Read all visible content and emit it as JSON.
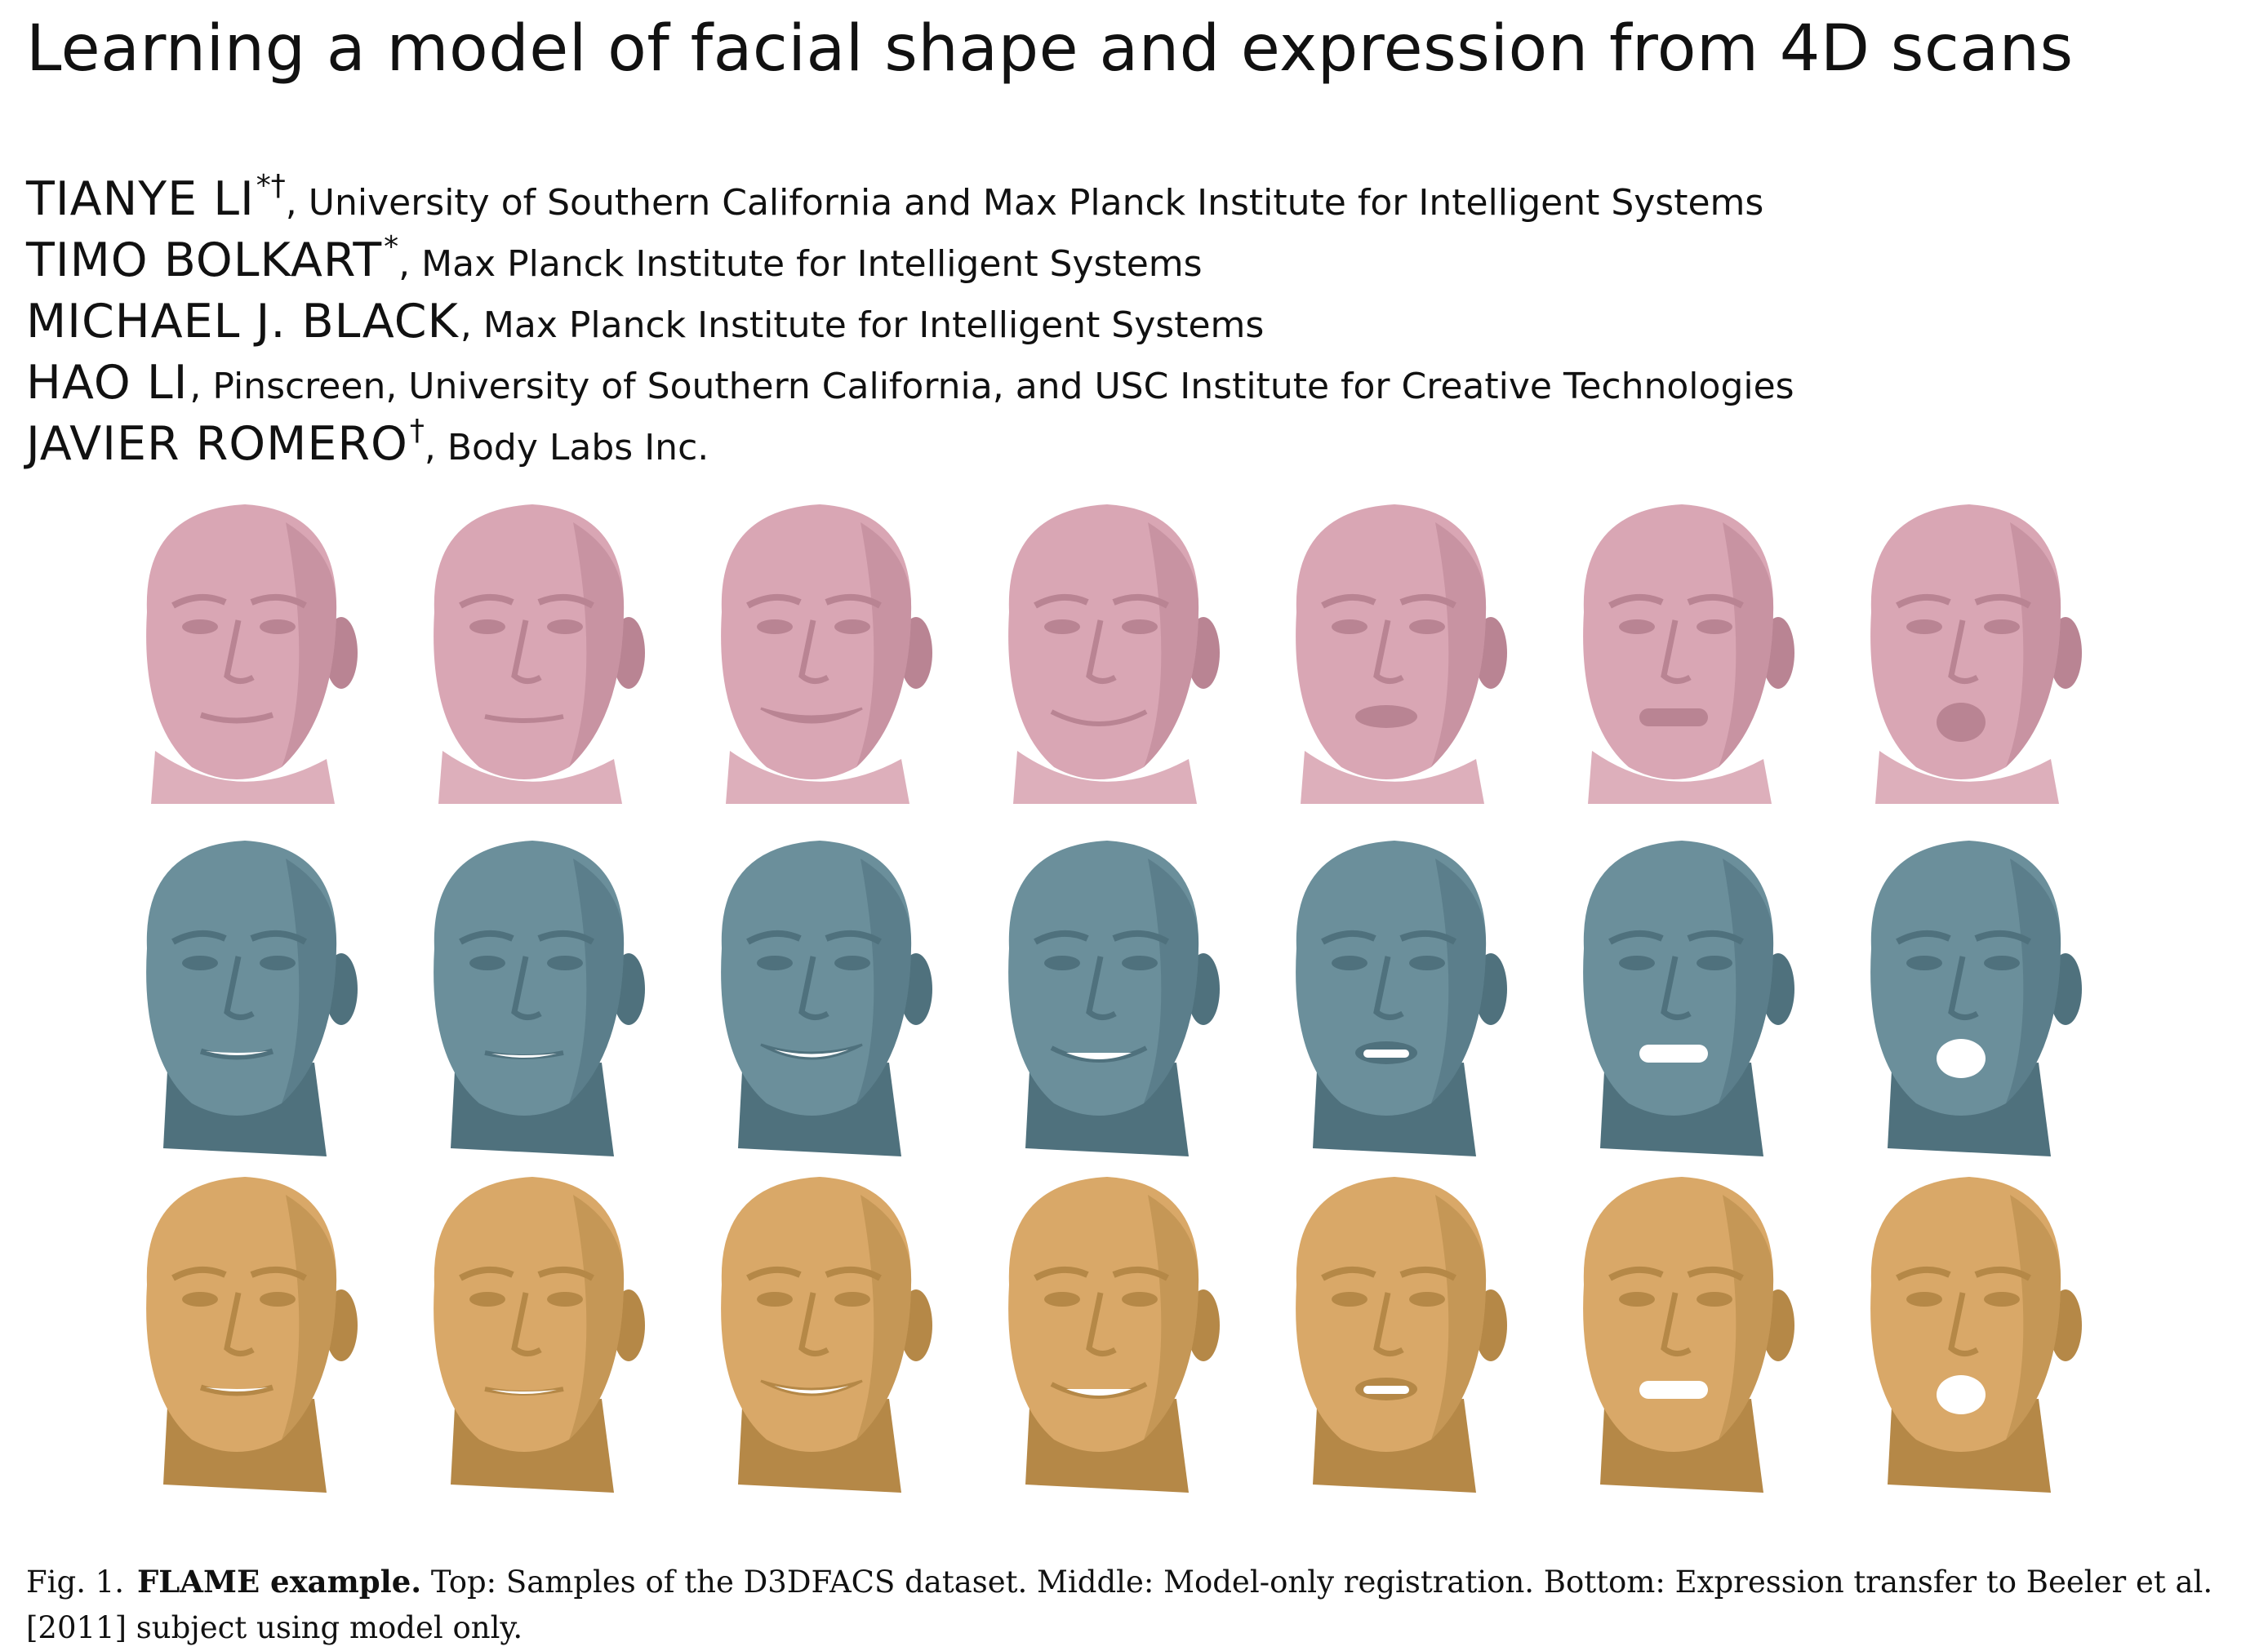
{
  "title": "Learning a model of facial shape and expression from 4D scans",
  "authors": [
    {
      "name": "TIANYE LI",
      "marks": "*†",
      "affiliation": "University of Southern California and Max Planck Institute for Intelligent Systems"
    },
    {
      "name": "TIMO BOLKART",
      "marks": "*",
      "affiliation": "Max Planck Institute for Intelligent Systems"
    },
    {
      "name": "MICHAEL J. BLACK",
      "marks": "",
      "affiliation": "Max Planck Institute for Intelligent Systems"
    },
    {
      "name": "HAO LI",
      "marks": "",
      "affiliation": "Pinscreen, University of Southern California, and USC Institute for Creative Technologies"
    },
    {
      "name": "JAVIER ROMERO",
      "marks": "†",
      "affiliation": "Body Labs Inc."
    }
  ],
  "figure": {
    "columns": 7,
    "rows": [
      {
        "row": "scans",
        "color": "#d9a6b4",
        "shade": "#b98493"
      },
      {
        "row": "registration",
        "color": "#6b8f9b",
        "shade": "#4f717d"
      },
      {
        "row": "transfer",
        "color": "#d9a868",
        "shade": "#b58847"
      }
    ],
    "expressions": [
      "pursed",
      "neutral",
      "grin",
      "smile",
      "lips-out",
      "teeth",
      "open-mouth"
    ]
  },
  "caption": {
    "label": "Fig. 1.",
    "bold": "FLAME example.",
    "text": " Top: Samples of the D3DFACS dataset. Middle: Model-only registration. Bottom: Expression transfer to Beeler et al. [2011] subject using model only."
  }
}
